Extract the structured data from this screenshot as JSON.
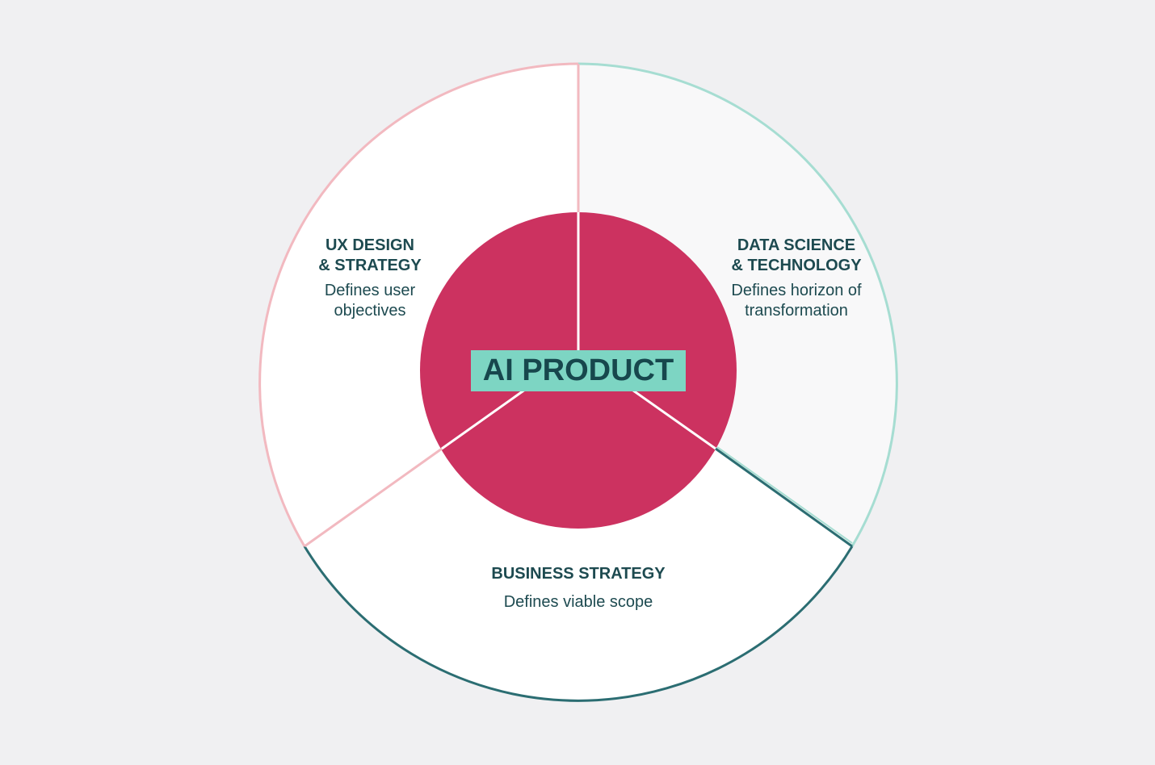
{
  "center_label": "AI PRODUCT",
  "sectors": [
    {
      "title_line1": "UX DESIGN",
      "title_line2": "& STRATEGY",
      "desc_line1": "Defines user",
      "desc_line2": "objectives",
      "border_color": "#f2b9c0"
    },
    {
      "title_line1": "DATA SCIENCE",
      "title_line2": "& TECHNOLOGY",
      "desc_line1": "Defines horizon of",
      "desc_line2": "transformation",
      "border_color": "#a6ddd2"
    },
    {
      "title_line1": "BUSINESS STRATEGY",
      "desc_line1": "Defines viable scope",
      "border_color": "#2b6d72"
    }
  ],
  "colors": {
    "core": "#cc3260",
    "label_bg": "#7dd5c3",
    "text": "#1d4a50"
  }
}
